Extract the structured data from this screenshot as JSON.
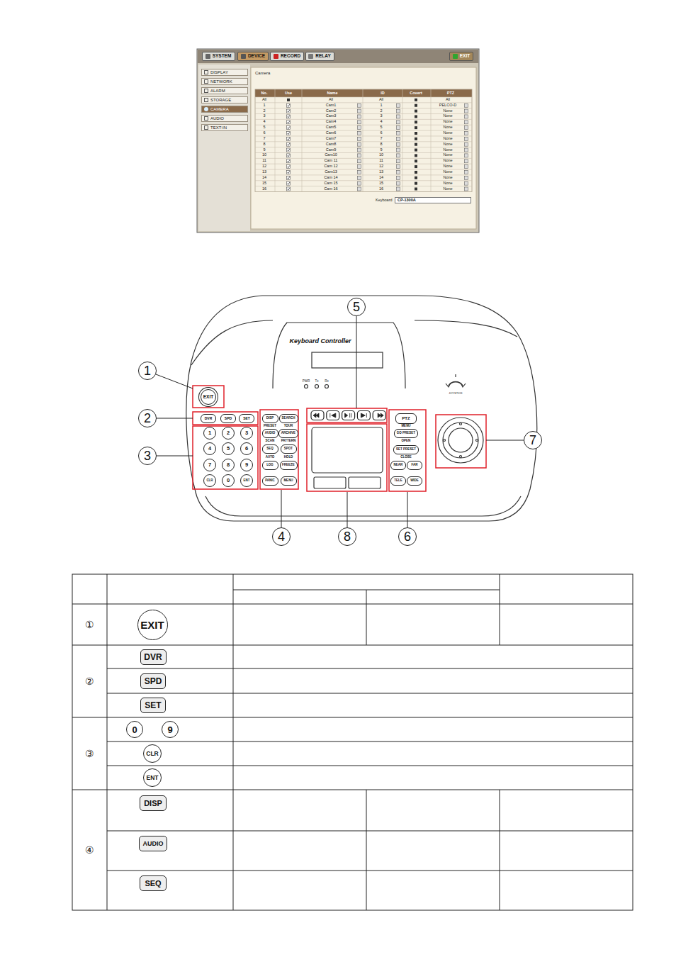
{
  "diagram": {
    "nodes": [
      {
        "text": [
          "SYSTEM"
        ]
      },
      {
        "text": [
          "DEVICE"
        ]
      },
      {
        "text": [
          "RECORD"
        ]
      },
      {
        "text": [
          "RELAY"
        ]
      },
      {
        "text": [
          "EXIT"
        ]
      },
      {
        "text": [
          "DISPLAY"
        ]
      },
      {
        "text": [
          "NETWORK"
        ]
      },
      {
        "text": [
          "ALARM"
        ]
      },
      {
        "text": [
          "STORAGE"
        ]
      },
      {
        "text": [
          "CAMERA"
        ]
      },
      {
        "text": [
          "AUDIO"
        ]
      },
      {
        "text": [
          "TEXT-IN"
        ]
      },
      {
        "text": [
          "CP-1300A"
        ]
      },
      {
        "text": [
          "5"
        ]
      },
      {
        "text": [
          "1"
        ]
      },
      {
        "text": [
          "2"
        ]
      },
      {
        "text": [
          "3"
        ]
      },
      {
        "text": [
          "7"
        ]
      },
      {
        "text": [
          "4"
        ]
      },
      {
        "text": [
          "8"
        ]
      },
      {
        "text": [
          "6"
        ]
      },
      {
        "text": [
          "EXIT"
        ]
      },
      {
        "text": [
          "DVR"
        ]
      },
      {
        "text": [
          "SPD"
        ]
      },
      {
        "text": [
          "SET"
        ]
      },
      {
        "text": [
          "1"
        ]
      },
      {
        "text": [
          "2"
        ]
      },
      {
        "text": [
          "3"
        ]
      },
      {
        "text": [
          "4"
        ]
      },
      {
        "text": [
          "5"
        ]
      },
      {
        "text": [
          "6"
        ]
      },
      {
        "text": [
          "7"
        ]
      },
      {
        "text": [
          "8"
        ]
      },
      {
        "text": [
          "9"
        ]
      },
      {
        "text": [
          "CLR"
        ]
      },
      {
        "text": [
          "0"
        ]
      },
      {
        "text": [
          "ENT"
        ]
      },
      {
        "text": [
          "DISP"
        ]
      },
      {
        "text": [
          "SEARCH"
        ]
      },
      {
        "text": [
          "AUDIO"
        ]
      },
      {
        "text": [
          "ARCHIVE"
        ]
      },
      {
        "text": [
          "SEQ"
        ]
      },
      {
        "text": [
          "SPOT"
        ]
      },
      {
        "text": [
          "LOG"
        ]
      },
      {
        "text": [
          "FREEZE"
        ]
      },
      {
        "text": [
          "PANIC"
        ]
      },
      {
        "text": [
          "MENU"
        ]
      },
      {
        "text": [
          "PTZ"
        ]
      },
      {
        "text": [
          "GO PRESET"
        ]
      },
      {
        "text": [
          "SET PRESET"
        ]
      },
      {
        "text": [
          "NEAR"
        ]
      },
      {
        "text": [
          "FAR"
        ]
      },
      {
        "text": [
          "TELE"
        ]
      },
      {
        "text": [
          "WIDE"
        ]
      },
      {
        "text": [
          "EXIT"
        ]
      },
      {
        "text": [
          "DVR"
        ]
      },
      {
        "text": [
          "SPD"
        ]
      },
      {
        "text": [
          "SET"
        ]
      },
      {
        "text": [
          "0"
        ]
      },
      {
        "text": [
          "9"
        ]
      },
      {
        "text": [
          "CLR"
        ]
      },
      {
        "text": [
          "ENT"
        ]
      },
      {
        "text": [
          "DISP"
        ]
      },
      {
        "text": [
          "AUDIO"
        ]
      },
      {
        "text": [
          "SEQ"
        ]
      }
    ],
    "labels": [
      "Camera",
      "No.",
      "Use",
      "Name",
      "ID",
      "Covert",
      "PTZ",
      "All",
      "All",
      "All",
      "All",
      "1",
      "Cam1",
      "1",
      "PELCO-D",
      "2",
      "Cam2",
      "2",
      "None",
      "3",
      "Cam3",
      "3",
      "None",
      "4",
      "Cam4",
      "4",
      "None",
      "5",
      "Cam5",
      "5",
      "None",
      "6",
      "Cam6",
      "6",
      "None",
      "7",
      "Cam7",
      "7",
      "None",
      "8",
      "Cam8",
      "8",
      "None",
      "9",
      "Cam9",
      "9",
      "None",
      "10",
      "Cam10",
      "10",
      "None",
      "11",
      "Cam 11",
      "11",
      "None",
      "12",
      "Cam 12",
      "12",
      "None",
      "13",
      "Cam13",
      "13",
      "None",
      "14",
      "Cam 14",
      "14",
      "None",
      "15",
      "Cam 15",
      "15",
      "None",
      "16",
      "Cam 16",
      "16",
      "None",
      "Keyboard",
      "Keyboard Controller",
      "PWR",
      "Tx",
      "Rx",
      "JOYSTICK",
      "PRESET",
      "TOUR",
      "SCAN",
      "PATTERN",
      "AUTO",
      "HOLD",
      "MENU",
      "OPEN",
      "CLOSE",
      "①",
      "②",
      "③",
      "④"
    ]
  }
}
